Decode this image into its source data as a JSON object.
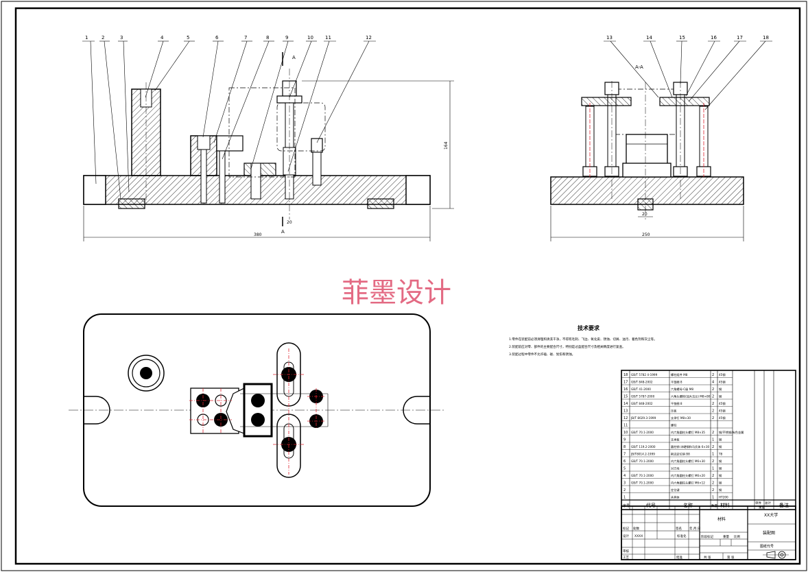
{
  "balloons": [
    "1",
    "2",
    "3",
    "4",
    "5",
    "6",
    "7",
    "8",
    "9",
    "10",
    "11",
    "12",
    "13",
    "14",
    "15",
    "16",
    "17",
    "18"
  ],
  "section_label": "A",
  "section_view_label": "A-A",
  "dims": {
    "front_width": "380",
    "front_height": "164",
    "side_width": "250",
    "small": "20"
  },
  "watermark": "菲墨设计",
  "tech_req": {
    "title": "技术要求",
    "lines": [
      "1.零件在装配前必须清理和清洗干净，不得有毛刺、飞边、氧化皮、锈蚀、切屑、油污、着色剂和灰尘等。",
      "2.装配前应对零、部件的主要配合尺寸，特别是过盈配合尺寸及相关精度进行复查。",
      "3.装配过程中零件不允许磕、碰、划伤和锈蚀。"
    ]
  },
  "bom_rows": [
    {
      "no": "18",
      "code": "GB/T 5782 4-1999",
      "name": "螺柱组件 M8",
      "qty": "2",
      "mat": "45钢"
    },
    {
      "no": "17",
      "code": "GB/T 848-2002",
      "name": "平垫圈 8",
      "qty": "4",
      "mat": "45钢"
    },
    {
      "no": "16",
      "code": "GB/T 41-2000",
      "name": "六角螺母-C级 M8",
      "qty": "2",
      "mat": "钢"
    },
    {
      "no": "15",
      "code": "GB/T 5787-2000",
      "name": "六角头螺栓(加大法兰) M8×80",
      "qty": "2",
      "mat": "钢"
    },
    {
      "no": "14",
      "code": "GB/T 848-2002",
      "name": "平垫圈 8",
      "qty": "2",
      "mat": "45钢"
    },
    {
      "no": "13",
      "code": "",
      "name": "压板",
      "qty": "2",
      "mat": "45钢"
    },
    {
      "no": "12",
      "code": "JB/T 8029.3-1999",
      "name": "支承钉 M8×30",
      "qty": "2",
      "mat": "45钢"
    },
    {
      "no": "11",
      "code": "",
      "name": "螺柱",
      "qty": "",
      "mat": ""
    },
    {
      "no": "10",
      "code": "GB/T 70.1-2000",
      "name": "内六角圆柱头螺钉 M8×35",
      "qty": "2",
      "mat": "钢/不锈钢/有色金属"
    },
    {
      "no": "9",
      "code": "",
      "name": "支承板",
      "qty": "1",
      "mat": "钢"
    },
    {
      "no": "8",
      "code": "GB/T 119.2-2000",
      "name": "圆柱销-淬硬钢和马氏体 6×30",
      "qty": "2",
      "mat": "钢"
    },
    {
      "no": "7",
      "code": "JB/T8014.2-1999",
      "name": "削边定位销 B8",
      "qty": "1",
      "mat": "T8"
    },
    {
      "no": "6",
      "code": "GB/T 70.1-2000",
      "name": "内六角圆柱头螺钉 M6×30",
      "qty": "2",
      "mat": "钢"
    },
    {
      "no": "5",
      "code": "",
      "name": "对刀块",
      "qty": "1",
      "mat": "钢"
    },
    {
      "no": "4",
      "code": "GB/T 70.1-2000",
      "name": "内六角圆柱头螺钉 M6×20",
      "qty": "2",
      "mat": "钢"
    },
    {
      "no": "3",
      "code": "GB/T 70.1-2000",
      "name": "内六角圆柱头螺钉 M6×12",
      "qty": "2",
      "mat": "钢"
    },
    {
      "no": "2",
      "code": "",
      "name": "定位键",
      "qty": "2",
      "mat": "钢"
    },
    {
      "no": "1",
      "code": "",
      "name": "夹具体",
      "qty": "1",
      "mat": "HT200"
    }
  ],
  "bom_header": {
    "no": "序号",
    "code": "代号",
    "name": "名称",
    "qty": "数量",
    "mat": "材料",
    "single": "单件",
    "total": "总计",
    "weight": "重量",
    "remark": "备注"
  },
  "title_block": {
    "school": "XX大学",
    "material": "材料",
    "drawing_name": "装配图",
    "drawing_code": "图纸代号",
    "design": "设计",
    "designer": "XXXX",
    "check": "审核",
    "process": "工艺",
    "approve": "批准",
    "mark": "标记",
    "count": "处数",
    "zone": "分区",
    "change_doc": "更改文件号",
    "sign": "签名",
    "date": "年.月.日",
    "std": "标准化",
    "stage": "阶段标记",
    "weight": "重量",
    "scale": "比例",
    "sheets": "共 张",
    "sheet": "第 张"
  },
  "colors": {
    "line": "#000000",
    "center": "#e0242f",
    "watermark": "#e36a83"
  }
}
